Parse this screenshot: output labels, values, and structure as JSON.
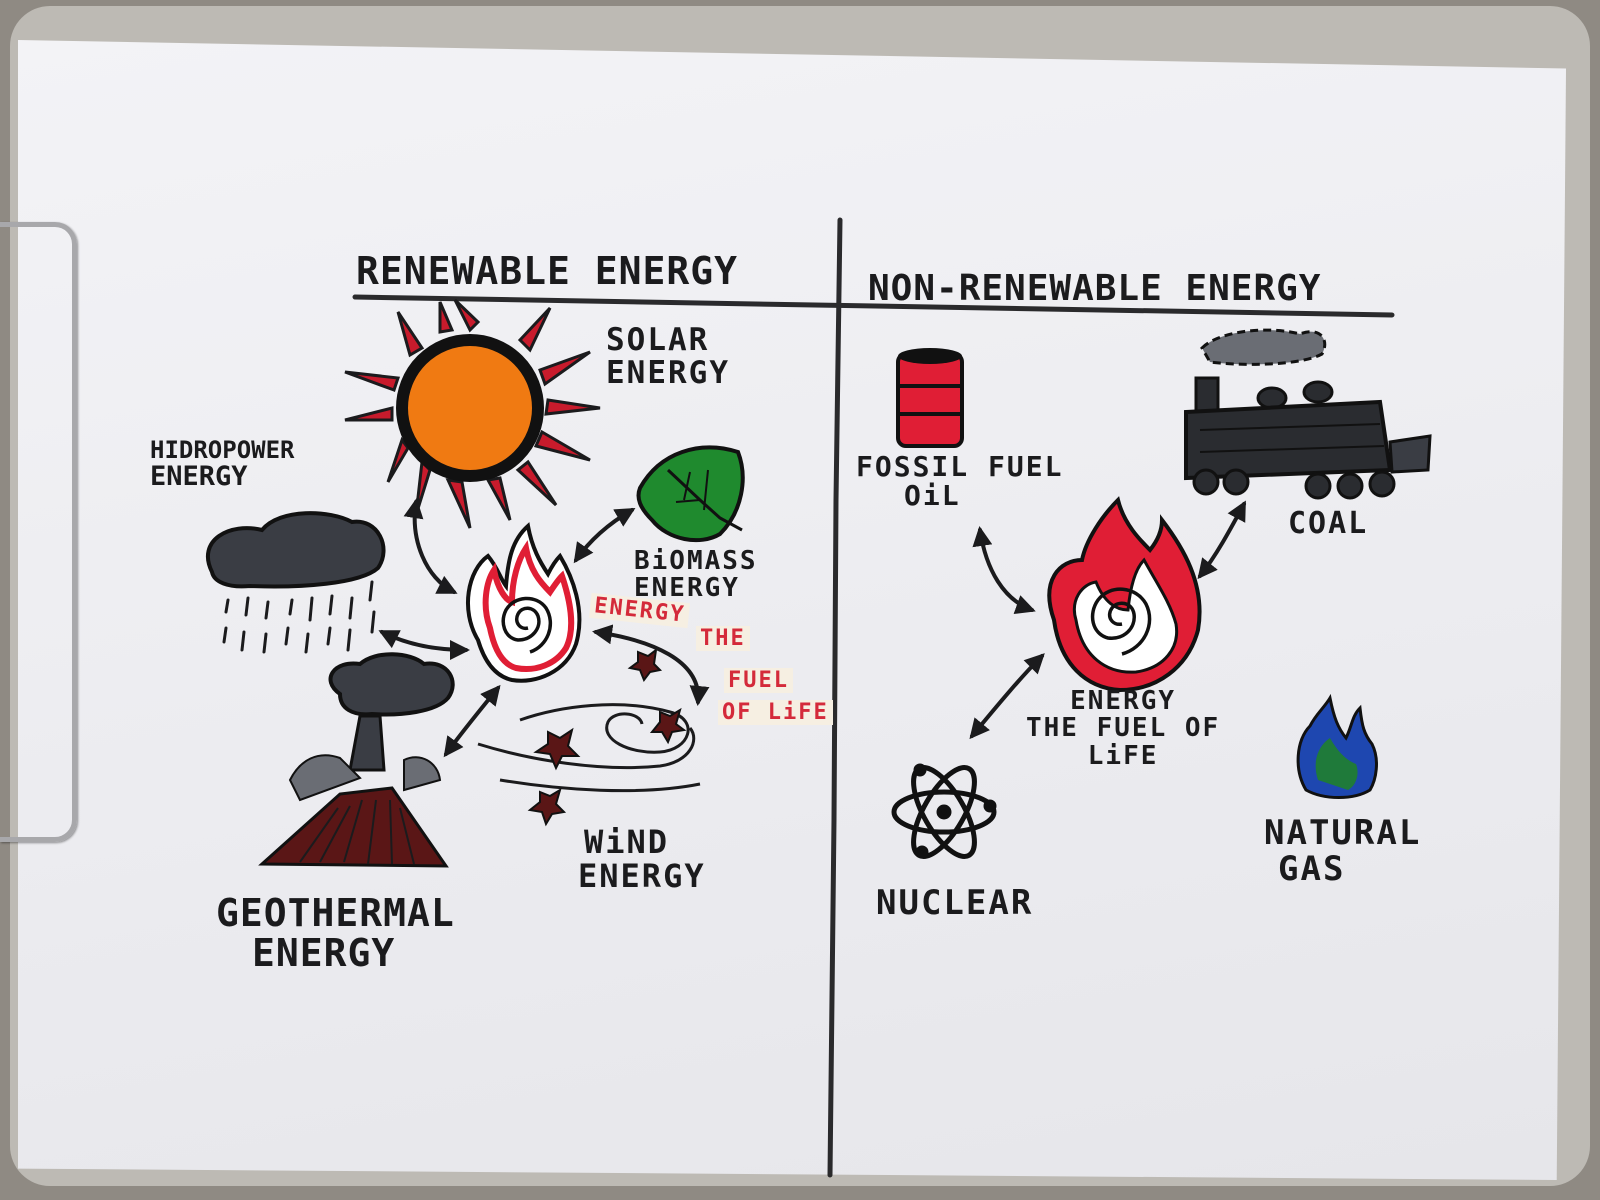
{
  "headings": {
    "left": "RENEWABLE ENERGY",
    "right": "NON-RENEWABLE ENERGY"
  },
  "renewable": {
    "solar": [
      "SOLAR",
      "ENERGY"
    ],
    "hydro": [
      "HIDROPOWER",
      "ENERGY"
    ],
    "biomass": [
      "BiOMASS",
      "ENERGY"
    ],
    "geothermal": [
      "GEOTHERMAL",
      "ENERGY"
    ],
    "wind": [
      "WiND",
      "ENERGY"
    ],
    "center": [
      "ENERGY",
      "THE",
      "FUEL",
      "OF LiFE"
    ]
  },
  "nonrenewable": {
    "fossil": [
      "FOSSIL FUEL",
      "OiL"
    ],
    "coal": "COAL",
    "nuclear": "NUCLEAR",
    "gas": [
      "NATURAL",
      "GAS"
    ],
    "center": [
      "ENERGY",
      "THE FUEL OF",
      "LiFE"
    ]
  },
  "colors": {
    "ink": "#1b1b1d",
    "flame_red": "#e01e35",
    "sun_orange": "#f07a12",
    "leaf_green": "#1f8a2e",
    "gas_blue": "#1e47b0",
    "gas_green": "#1f7a3a",
    "lava_brown": "#5a1616",
    "cloud_gray": "#3a3d44"
  },
  "icons": [
    "sun-icon",
    "rain-cloud-icon",
    "leaf-icon",
    "flame-icon",
    "volcano-icon",
    "wind-icon",
    "oil-barrel-icon",
    "train-icon",
    "atom-icon",
    "gas-flame-icon"
  ]
}
